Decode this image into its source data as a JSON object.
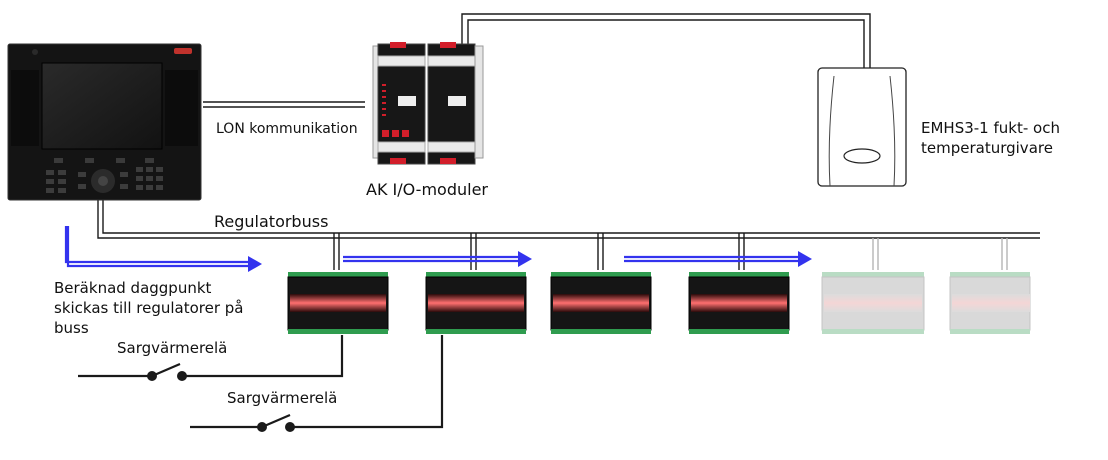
{
  "labels": {
    "lon": "LON kommunikation",
    "io_modules": "AK I/O-moduler",
    "sensor": "EMHS3-1 fukt- och\ntemperaturgivare",
    "bus": "Regulatorbuss",
    "dewpoint": "Beräknad daggpunkt\nskickas till regulatorer på\nbuss",
    "relay1": "Sargvärmerelä",
    "relay2": "Sargvärmerelä"
  },
  "colors": {
    "arrow": "#3333ee",
    "wire": "#1a1a1a",
    "controller_body": "#151515",
    "controller_glow": "#ff6a6a",
    "terminal": "#2f9c4f",
    "io_red": "#d21e2a",
    "faded_controller": "#cfcfcf"
  }
}
